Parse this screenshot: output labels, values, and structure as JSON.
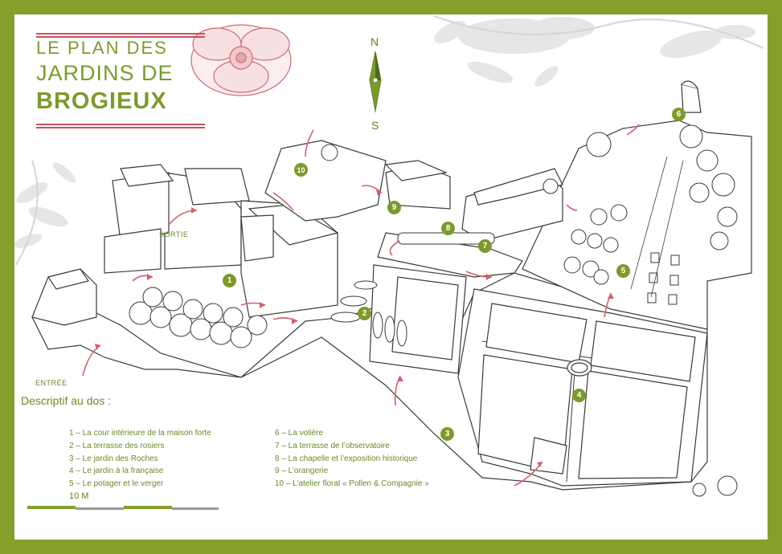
{
  "title": {
    "line1": "LE PLAN DES",
    "line2": "JARDINS DE",
    "line3": "BROGIEUX"
  },
  "compass": {
    "north": "N",
    "south": "S"
  },
  "labels": {
    "sortie": "SORTIE",
    "entree": "ENTRÉE"
  },
  "markers": [
    "1",
    "2",
    "3",
    "4",
    "5",
    "6",
    "7",
    "8",
    "9",
    "10"
  ],
  "legend": {
    "title": "Descriptif au dos :",
    "col1": [
      "1 – La cour intérieure de la maison forte",
      "2 – La terrasse des rosiers",
      "3 – Le jardin des Roches",
      "4 – Le jardin à la française",
      "5 – Le potager et le verger"
    ],
    "col2": [
      "6 – La volière",
      "7 – La terrasse de l’observatoire",
      "8 – La chapelle et l’exposition historique",
      "9 – L’orangerie",
      "10 – L’atelier floral « Pollen & Compagnie »"
    ]
  },
  "scale": {
    "label": "10 M"
  },
  "colors": {
    "frame": "#84a02a",
    "accent_text": "#7c9a2c",
    "arrow": "#d4606a",
    "ink": "#3a3a3a",
    "scale_grey": "#9a9a9a"
  }
}
